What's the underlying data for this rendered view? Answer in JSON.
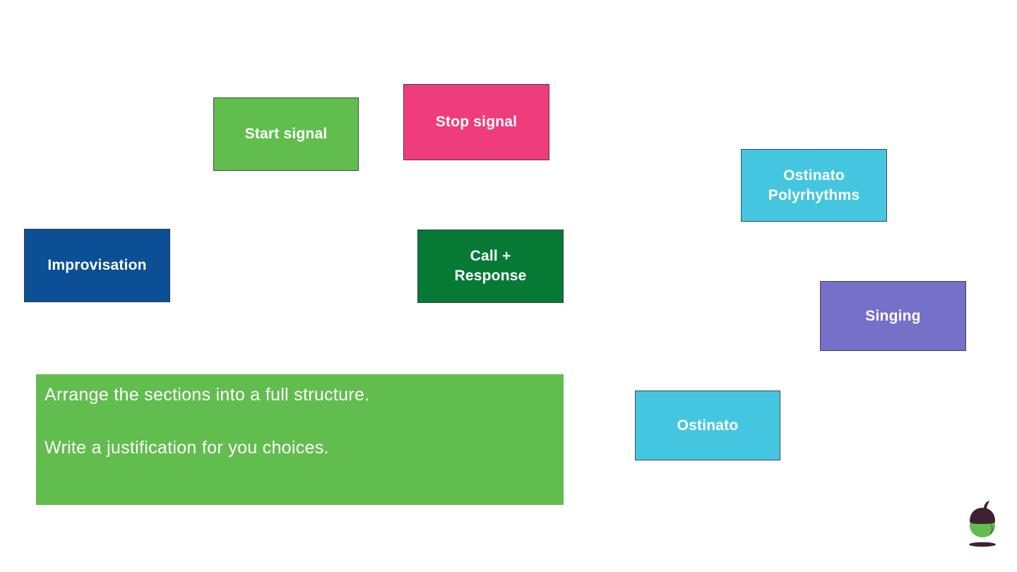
{
  "slide": {
    "background_color": "#ffffff",
    "cards": [
      {
        "id": "start-signal",
        "label": "Start signal",
        "color": "#62BD4F"
      },
      {
        "id": "stop-signal",
        "label": "Stop signal",
        "color": "#EE3D7A"
      },
      {
        "id": "ostinato-polyrhythms",
        "label": "Ostinato\nPolyrhythms",
        "color": "#45C6E0"
      },
      {
        "id": "improvisation",
        "label": "Improvisation",
        "color": "#0B4F95"
      },
      {
        "id": "call-response",
        "label": "Call +\nResponse",
        "color": "#067A35"
      },
      {
        "id": "singing",
        "label": "Singing",
        "color": "#7570C8"
      },
      {
        "id": "ostinato",
        "label": "Ostinato",
        "color": "#45C6E0"
      }
    ],
    "task_block": {
      "color": "#62BD4F",
      "lines": [
        "Arrange the sections into a full structure.",
        "Write a justification for you choices."
      ]
    },
    "logo": {
      "name": "acorn-logo",
      "cap_color": "#3E2233",
      "body_color": "#62BD4F",
      "base_color": "#3E2233"
    }
  }
}
